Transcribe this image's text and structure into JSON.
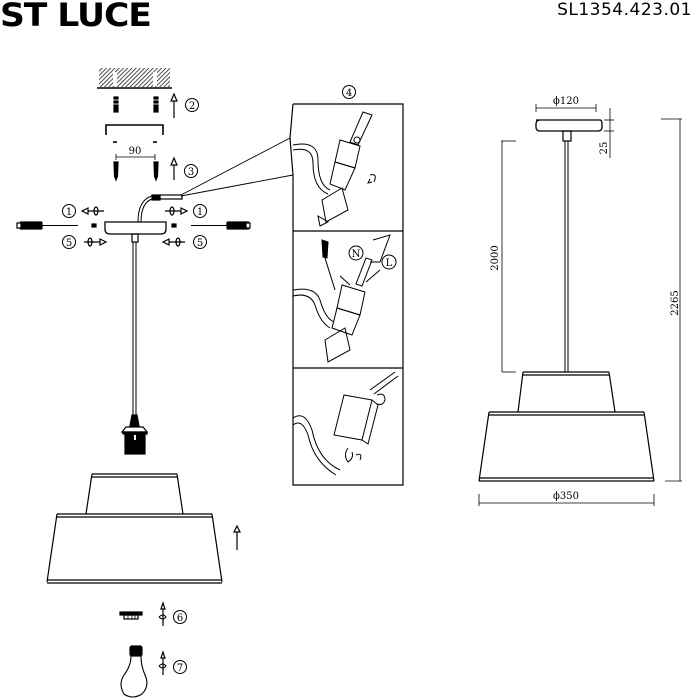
{
  "header": {
    "brand": "ST LUCE",
    "model_number": "SL1354.423.01"
  },
  "assembly": {
    "steps": [
      {
        "id": "1",
        "label": "1"
      },
      {
        "id": "2",
        "label": "2"
      },
      {
        "id": "3",
        "label": "3"
      },
      {
        "id": "4",
        "label": "4"
      },
      {
        "id": "5",
        "label": "5"
      },
      {
        "id": "6",
        "label": "6"
      },
      {
        "id": "7",
        "label": "7"
      }
    ],
    "mounting_spacing": "90",
    "wiring_labels": {
      "neutral": "N",
      "live": "L"
    }
  },
  "dimensions": {
    "canopy_diameter": "ϕ120",
    "canopy_height": "25",
    "cable_length": "2000",
    "total_height": "2265",
    "shade_diameter": "ϕ350"
  },
  "colors": {
    "line": "#000000",
    "background": "#ffffff",
    "hatch": "#333333"
  }
}
